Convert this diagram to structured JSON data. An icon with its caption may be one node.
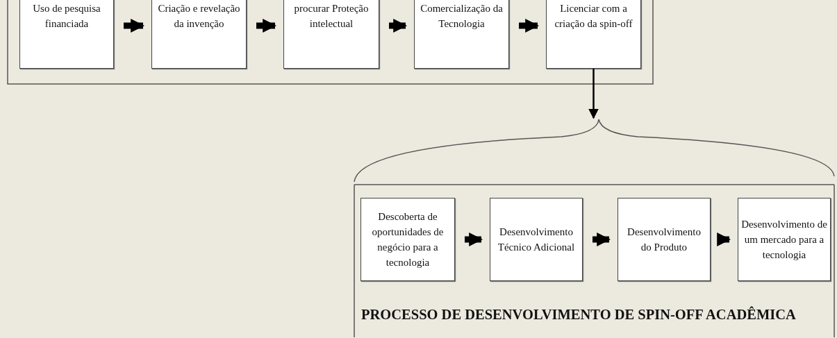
{
  "diagram": {
    "nodes": [
      {
        "text": [],
        "shape": "box"
      },
      {
        "text": [
          "Uso de pesquisa financiada"
        ],
        "in": 0
      },
      {
        "text": [
          "Criação e revelação da invenção"
        ],
        "in": 0
      },
      {
        "text": [
          "procurar Proteção intelectual"
        ],
        "in": 0
      },
      {
        "text": [
          "Comercialização da Tecnologia"
        ],
        "in": 0
      },
      {
        "text": [
          "Licenciar com a criação da spin-off"
        ],
        "in": 0
      },
      {
        "text": [
          "PROCESSO DE DESENVOLVIMENTO DE SPIN-OFF ACADÊMICA"
        ]
      },
      {
        "text": [
          "Descoberta de oportunidades de negócio para a tecnologia"
        ],
        "in": 6
      },
      {
        "text": [
          "Desenvolvimento Técnico Adicional"
        ],
        "in": 6
      },
      {
        "text": [
          "Desenvolvimento do Produto"
        ],
        "in": 6
      },
      {
        "text": [
          "Desenvolvimento de um mercado para a tecnologia"
        ],
        "in": 6
      }
    ],
    "edges": [
      {
        "from": 1,
        "to": 2,
        "arrow": "to"
      },
      {
        "from": 2,
        "to": 3,
        "arrow": "to"
      },
      {
        "from": 3,
        "to": 4,
        "arrow": "to"
      },
      {
        "from": 4,
        "to": 5,
        "arrow": "to"
      },
      {
        "from": 5,
        "to": 6,
        "arrow": "to"
      },
      {
        "from": 7,
        "to": 8,
        "arrow": "to"
      },
      {
        "from": 8,
        "to": 9,
        "arrow": "to"
      },
      {
        "from": 9,
        "to": 10,
        "arrow": "to"
      }
    ]
  }
}
